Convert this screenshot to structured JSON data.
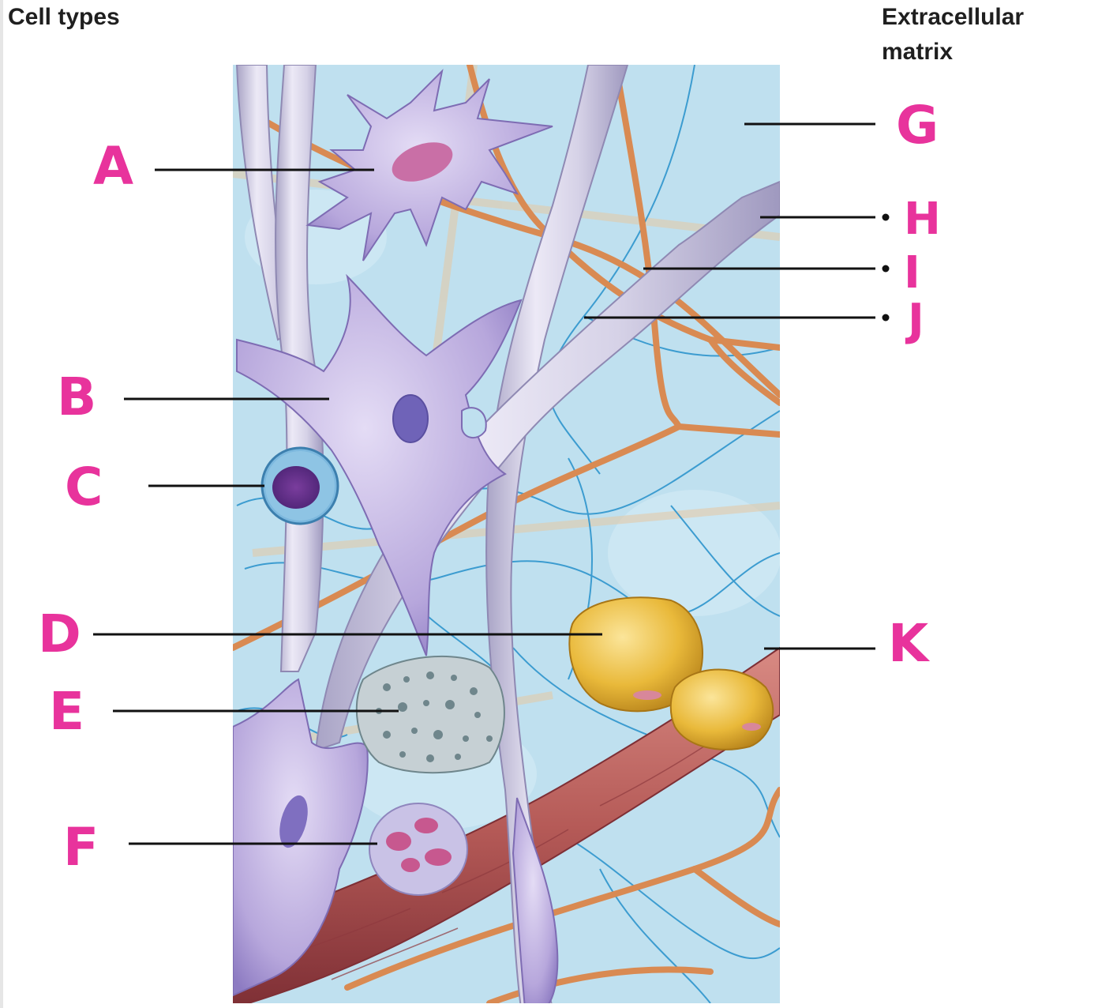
{
  "headings": {
    "cell_types": "Cell types",
    "extracellular_matrix": "Extracellular matrix"
  },
  "labels": {
    "A": "A",
    "B": "B",
    "C": "C",
    "D": "D",
    "E": "E",
    "F": "F",
    "G": "G",
    "H": "H",
    "I": "I",
    "J": "J",
    "K": "K"
  },
  "colors": {
    "label_pink": "#e8339c",
    "ground_substance": "#bfe0ef",
    "collagen_fiber": "#d9d6e8",
    "elastic_fiber": "#d98a52",
    "reticular_fiber": "#3c9cd0",
    "cell_purple": "#b7a7dc",
    "adipocyte_yellow": "#e9b93a",
    "capillary_red": "#b55a57"
  }
}
